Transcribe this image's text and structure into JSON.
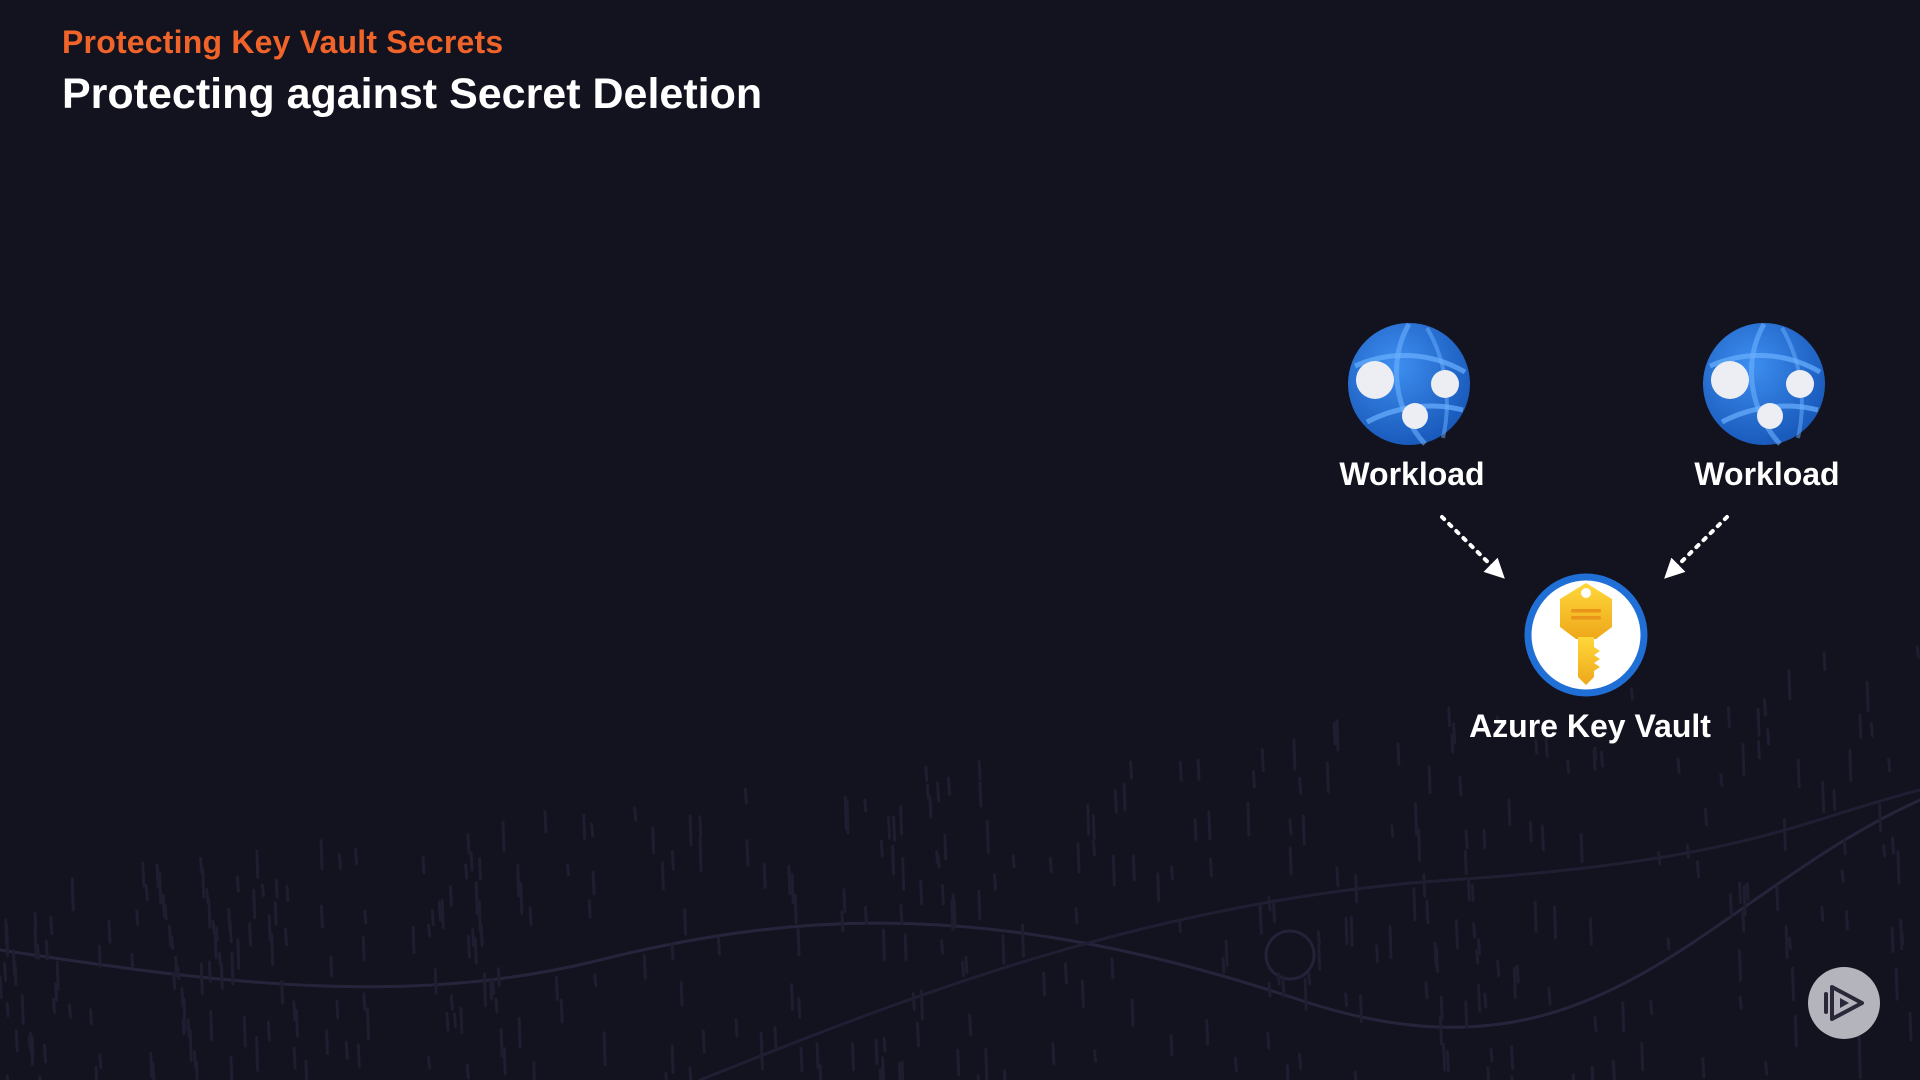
{
  "header": {
    "eyebrow": "Protecting Key Vault Secrets",
    "title": "Protecting against Secret Deletion"
  },
  "diagram": {
    "nodes": [
      {
        "id": "workload-left",
        "label": "Workload",
        "icon": "web-app-globe-icon"
      },
      {
        "id": "workload-right",
        "label": "Workload",
        "icon": "web-app-globe-icon"
      },
      {
        "id": "key-vault",
        "label": "Azure Key Vault",
        "icon": "key-vault-icon"
      }
    ],
    "edges": [
      {
        "from": "workload-left",
        "to": "key-vault",
        "style": "dotted-arrow"
      },
      {
        "from": "workload-right",
        "to": "key-vault",
        "style": "dotted-arrow"
      }
    ]
  },
  "controls": {
    "play_icon": "play-logo-icon"
  },
  "colors": {
    "background": "#13121f",
    "accent": "#f0642a",
    "text": "#ffffff",
    "globe_blue": "#1f6fd6",
    "key_gold": "#f5c518"
  }
}
